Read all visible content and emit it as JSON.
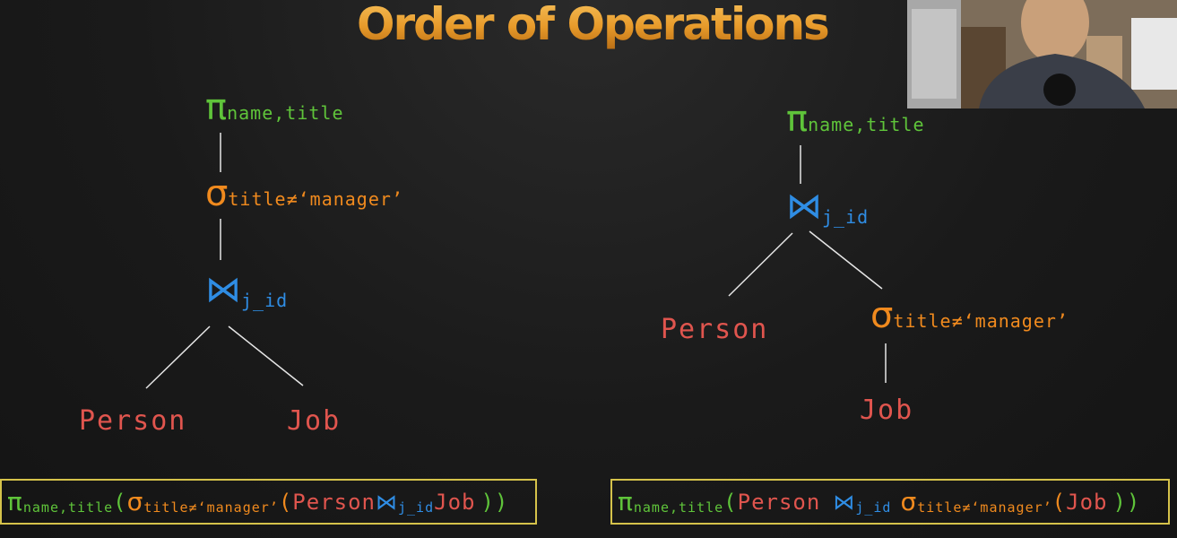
{
  "slide": {
    "title": "Order of Operations"
  },
  "left_tree": {
    "project": {
      "symbol": "π",
      "sub": "name,title"
    },
    "select": {
      "symbol": "σ",
      "sub": "title≠‘manager’"
    },
    "join": {
      "symbol": "⋈",
      "sub": "j_id"
    },
    "rel_left": "Person",
    "rel_right": "Job"
  },
  "right_tree": {
    "project": {
      "symbol": "π",
      "sub": "name,title"
    },
    "join": {
      "symbol": "⋈",
      "sub": "j_id"
    },
    "rel_left": "Person",
    "select": {
      "symbol": "σ",
      "sub": "title≠‘manager’"
    },
    "rel_bottom": "Job"
  },
  "left_formula": {
    "pi": "π",
    "pi_sub": "name,title",
    "open1": "(",
    "sigma": "σ",
    "sigma_sub": "title≠‘manager’",
    "open2": "(",
    "person": "Person",
    "join": "⋈",
    "join_sub": "j_id",
    "job": "Job",
    "close": "))"
  },
  "right_formula": {
    "pi": "π",
    "pi_sub": "name,title",
    "open1": "(",
    "person": "Person",
    "join": "⋈",
    "join_sub": "j_id",
    "sigma": "σ",
    "sigma_sub": "title≠‘manager’",
    "open2": "(",
    "job": "Job",
    "close": "))"
  },
  "colors": {
    "projection": "#5fc43a",
    "selection": "#f08a1e",
    "join": "#2f8de4",
    "relation": "#e0554e",
    "box_border": "#d5c24a"
  }
}
